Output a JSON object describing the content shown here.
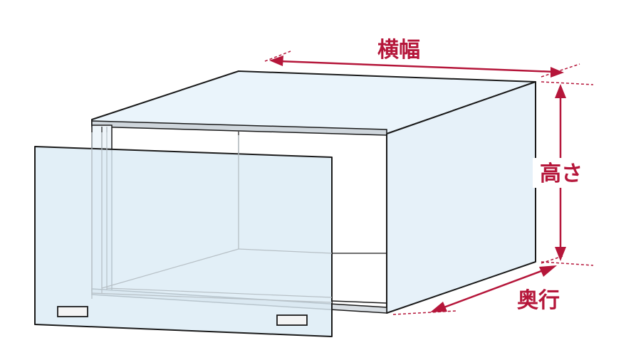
{
  "labels": {
    "width": "横幅",
    "height": "高さ",
    "depth": "奥行"
  },
  "colors": {
    "dimension": "#b5163a",
    "face_light": "#eaf4fb",
    "face_panel": "#ddecf6",
    "outline": "#1a1a1a",
    "inner_line": "#9aa4ab"
  }
}
